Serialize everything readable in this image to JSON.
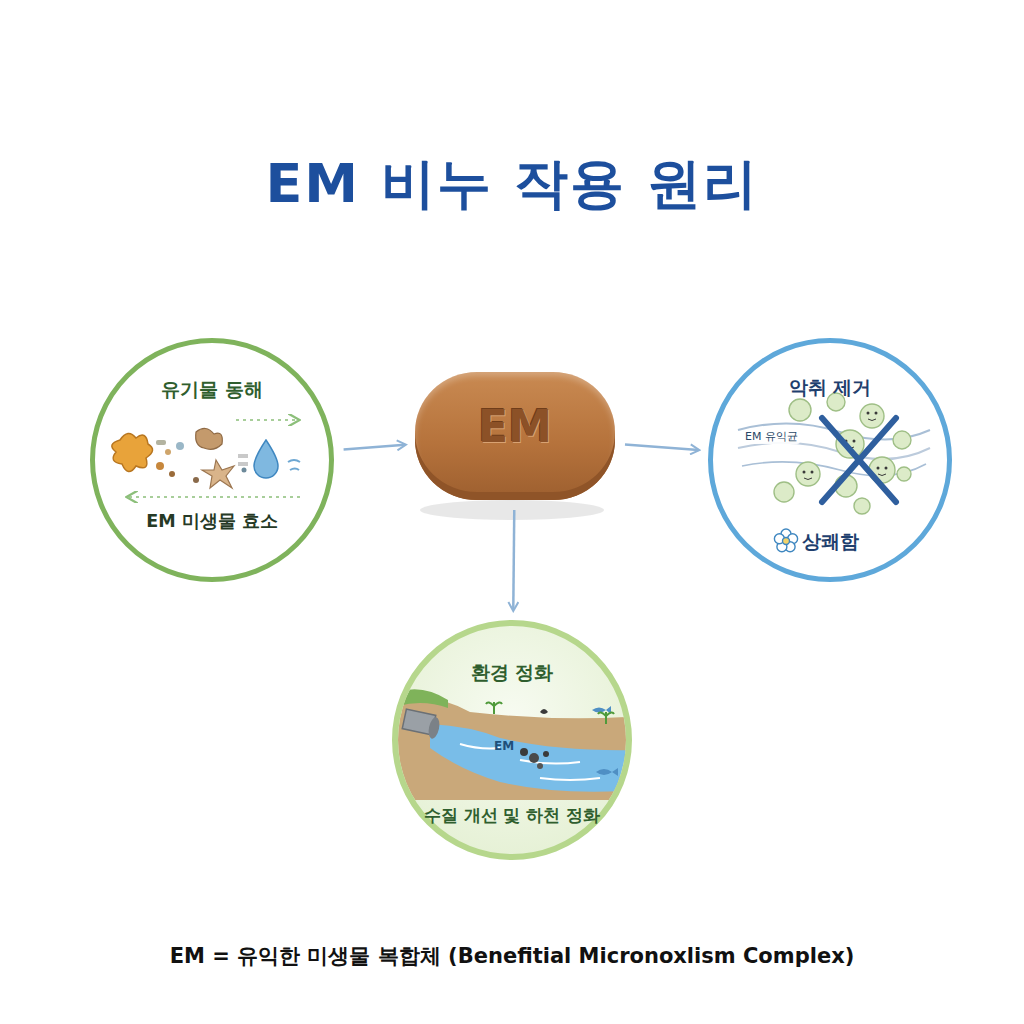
{
  "diagram": {
    "title": "EM 비누 작용 원리",
    "caption": "EM = 유익한 미생물 복합체 (Benefitial Micronoxlism Complex)",
    "nodes": [
      {
        "text": [
          "유기물 동해",
          "EM 미생물 효소"
        ]
      },
      {
        "text": [
          "EM"
        ]
      },
      {
        "text": [
          "악취 제거",
          "EM 유익균",
          "상쾌함"
        ]
      },
      {
        "text": [
          "환경 정화",
          "EM",
          "수질 개선 및 하천 정화"
        ]
      }
    ],
    "edges": [
      {
        "from": 0,
        "to": 1,
        "arrow": "to"
      },
      {
        "from": 1,
        "to": 2,
        "arrow": "to"
      },
      {
        "from": 1,
        "to": 3,
        "arrow": "to"
      }
    ]
  }
}
